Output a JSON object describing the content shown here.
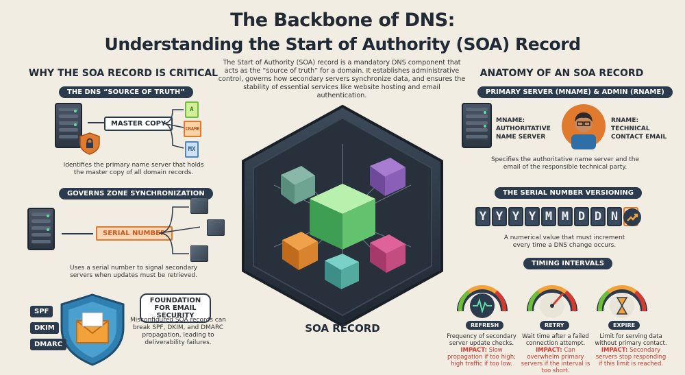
{
  "title_line1": "The Backbone of DNS:",
  "title_line2": "Understanding the Start of Authority (SOA) Record",
  "intro": "The Start of Authority (SOA) record is a mandatory DNS component that acts as the “source of truth” for a domain. It establishes administrative control, governs how secondary servers synchronize data, and ensures the stability of essential services like website hosting and email authentication.",
  "left": {
    "heading": "WHY THE SOA RECORD IS CRITICAL",
    "source_of_truth": {
      "tag": "THE DNS “SOURCE OF TRUTH”",
      "master_label": "MASTER COPY",
      "records": [
        "A",
        "CNAME",
        "MX"
      ],
      "caption": "Identifies the primary name server that holds the master copy of all domain records."
    },
    "zone_sync": {
      "tag": "GOVERNS ZONE SYNCHRONIZATION",
      "serial_label": "SERIAL NUMBER",
      "caption": "Uses a serial number to signal secondary servers when updates must be retrieved."
    },
    "email": {
      "tag": "FOUNDATION FOR EMAIL SECURITY",
      "badges": [
        "SPF",
        "DKIM",
        "DMARC"
      ],
      "caption": "Misconfigured SOA records can break SPF, DKIM, and DMARC propagation, leading to deliverability failures."
    }
  },
  "center": {
    "label": "SOA RECORD"
  },
  "right": {
    "heading": "ANATOMY OF AN SOA RECORD",
    "primary": {
      "tag": "PRIMARY SERVER (MNAME) & ADMIN (RNAME)",
      "mname": "MNAME: AUTHORITATIVE NAME SERVER",
      "rname": "RNAME: TECHNICAL CONTACT EMAIL",
      "caption": "Specifies the authoritative name server and the email of the responsible technical party."
    },
    "serial": {
      "tag": "THE SERIAL NUMBER VERSIONING",
      "chars": [
        "Y",
        "Y",
        "Y",
        "Y",
        "M",
        "M",
        "D",
        "D",
        "N",
        "N"
      ],
      "caption": "A numerical value that must increment every time a DNS change occurs."
    },
    "timing": {
      "tag": "TIMING INTERVALS",
      "gauges": [
        {
          "label": "REFRESH",
          "desc": "Frequency of secondary server update checks.",
          "impact_label": "IMPACT:",
          "impact": "Slow propagation if too high; high traffic if too low."
        },
        {
          "label": "RETRY",
          "desc": "Wait time after a failed connection attempt.",
          "impact_label": "IMPACT:",
          "impact": "Can overwhelm primary servers if the interval is too short."
        },
        {
          "label": "EXPIRE",
          "desc": "Limit for serving data without primary contact.",
          "impact_label": "IMPACT:",
          "impact": "Secondary servers stop responding if this limit is reached."
        }
      ]
    }
  },
  "colors": {
    "background": "#f1ede2",
    "navy": "#2b3a4d",
    "orange": "#e07a2e",
    "green": "#6fbf3b",
    "red": "#d63a2f"
  }
}
